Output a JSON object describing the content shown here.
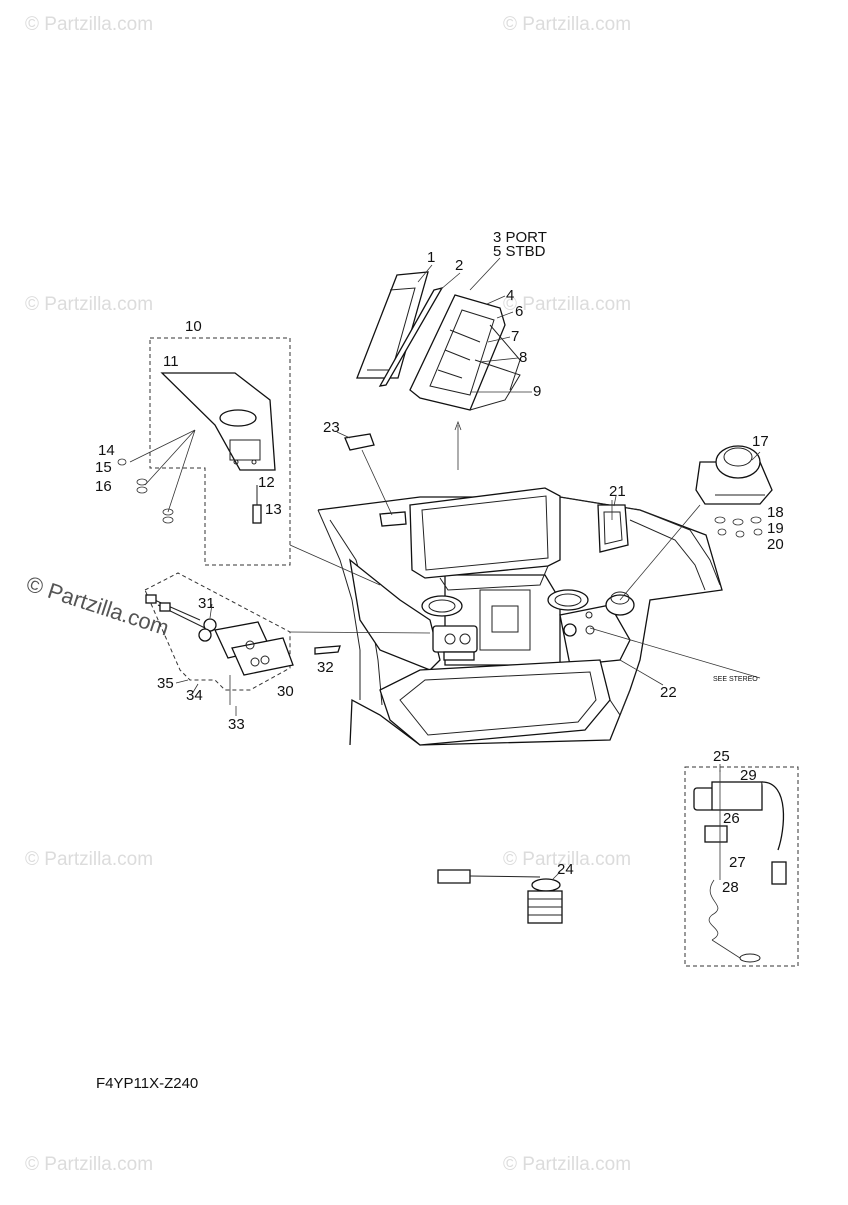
{
  "diagram": {
    "drawing_code": "F4YP11X-Z240",
    "watermark": "© Partzilla.com",
    "note_see_stereo": "SEE STEREO",
    "callouts": {
      "c1": "1",
      "c2": "2",
      "c3": "3 PORT",
      "c5": "5 STBD",
      "c4": "4",
      "c6": "6",
      "c7": "7",
      "c8": "8",
      "c9": "9",
      "c10": "10",
      "c11": "11",
      "c12": "12",
      "c13": "13",
      "c14": "14",
      "c15": "15",
      "c16": "16",
      "c17": "17",
      "c18": "18",
      "c19": "19",
      "c20": "20",
      "c21": "21",
      "c22": "22",
      "c23": "23",
      "c24": "24",
      "c25": "25",
      "c26": "26",
      "c27": "27",
      "c28": "28",
      "c29": "29",
      "c30": "30",
      "c31": "31",
      "c32": "32",
      "c33": "33",
      "c34": "34",
      "c35": "35"
    }
  }
}
